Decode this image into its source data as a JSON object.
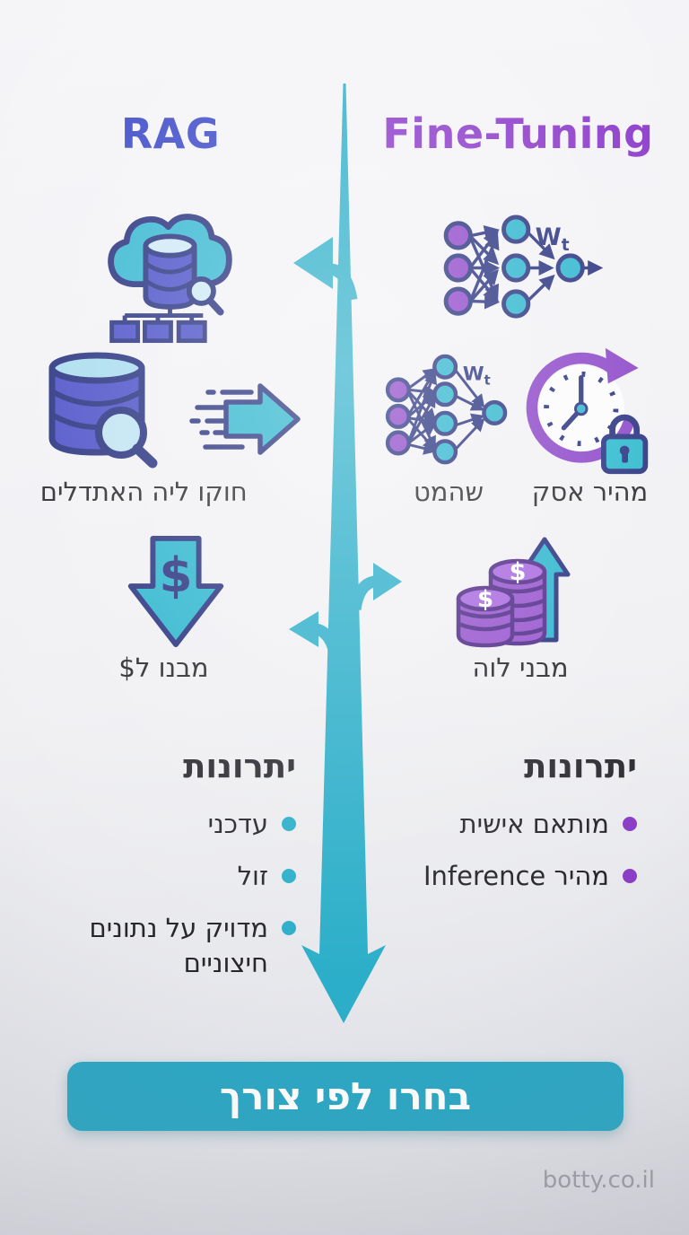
{
  "header": {
    "left_title": "RAG",
    "right_title": "Fine-Tuning"
  },
  "nn": {
    "weight": "W",
    "weight_sub": "t"
  },
  "icons": {
    "dollar": "$"
  },
  "rag": {
    "label_retrieval": "האתדלים",
    "label_speed": "חוקו ליה",
    "label_cost": "מבנו ל$",
    "advantages_heading": "יתרונות",
    "advantages": [
      "עדכני",
      "זול",
      "מדויק על נתונים חיצוניים"
    ]
  },
  "fine_tuning": {
    "label_training": "שהמט",
    "label_clock": "מהיר אסק",
    "label_coins": "מבני לוה",
    "advantages_heading": "יתרונות",
    "advantages": [
      "מותאם אישית",
      "מהיר Inference"
    ]
  },
  "banner": {
    "text": "בחרו לפי צורך"
  },
  "footer": {
    "watermark": "botty.co.il"
  },
  "colors": {
    "teal": "#2BAEC9",
    "blue": "#3A47C8",
    "purple": "#8B3EC6",
    "navy": "#26307E"
  }
}
